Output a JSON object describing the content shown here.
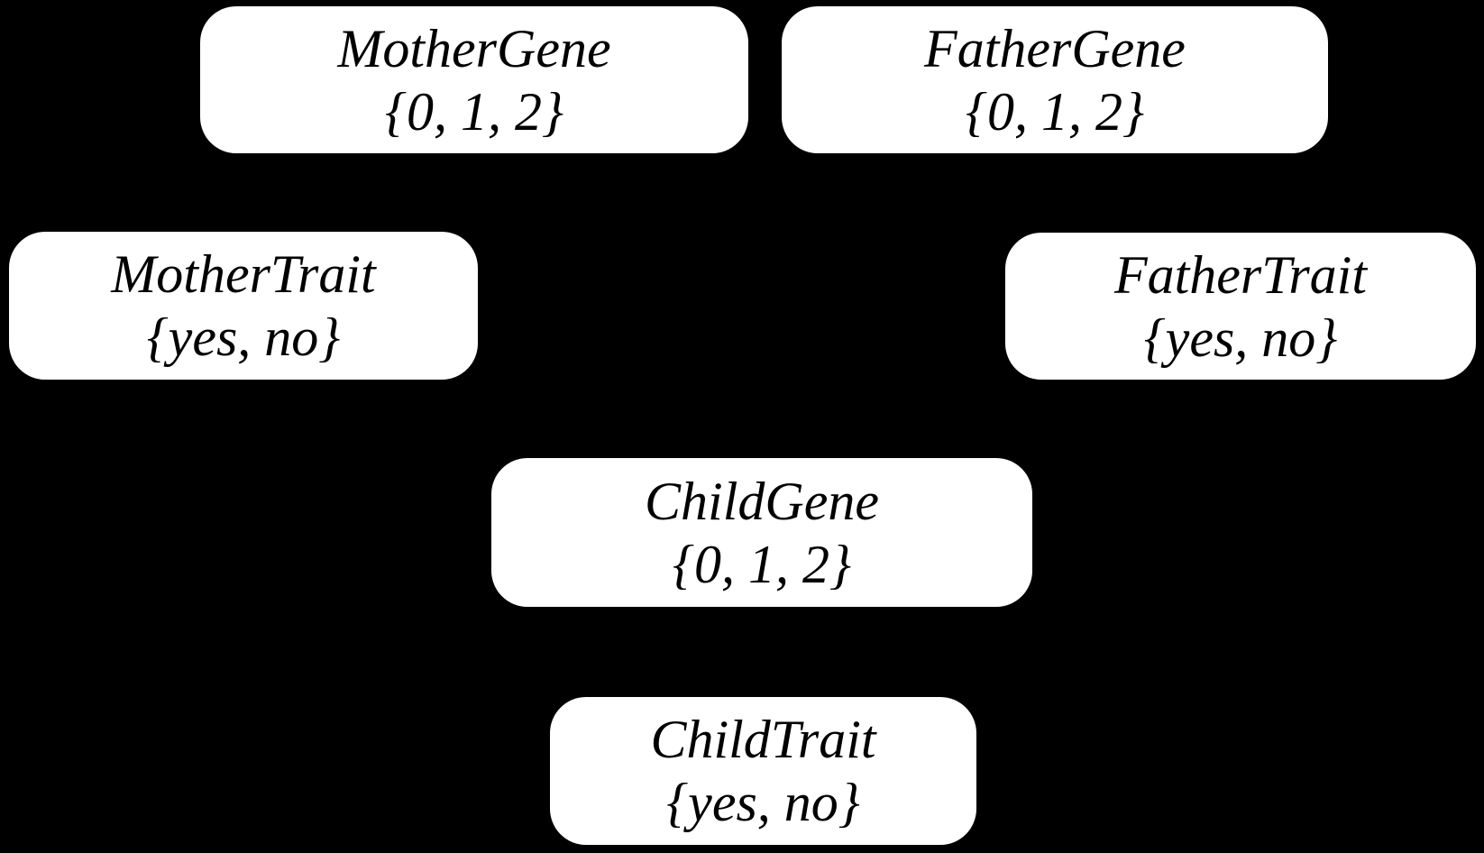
{
  "diagram": {
    "type": "bayesian-network",
    "background_color": "#000000",
    "node_fill_color": "#ffffff",
    "node_text_color": "#000000",
    "nodes": {
      "mothergene": {
        "label": "MotherGene",
        "domain": "{0, 1, 2}"
      },
      "fathergene": {
        "label": "FatherGene",
        "domain": "{0, 1, 2}"
      },
      "mothertrait": {
        "label": "MotherTrait",
        "domain": "{yes, no}"
      },
      "fathertrait": {
        "label": "FatherTrait",
        "domain": "{yes, no}"
      },
      "childgene": {
        "label": "ChildGene",
        "domain": "{0, 1, 2}"
      },
      "childtrait": {
        "label": "ChildTrait",
        "domain": "{yes, no}"
      }
    }
  }
}
